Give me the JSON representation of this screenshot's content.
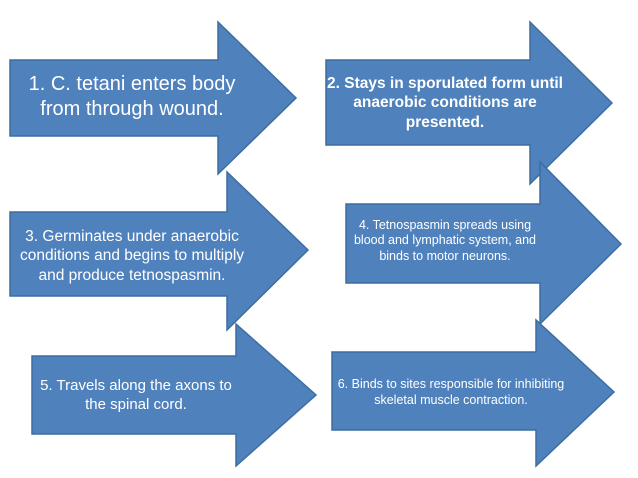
{
  "steps": [
    {
      "text": "1. C. tetani enters body from through wound."
    },
    {
      "text": "2. Stays in sporulated form until anaerobic conditions are presented."
    },
    {
      "text": "3. Germinates under anaerobic conditions and begins to multiply and produce tetnospasmin."
    },
    {
      "text": "4. Tetnospasmin spreads using blood and lymphatic system, and binds to motor neurons."
    },
    {
      "text": "5. Travels along the axons to the spinal cord."
    },
    {
      "text": "6. Binds to sites responsible for inhibiting skeletal muscle contraction."
    }
  ],
  "colors": {
    "arrow_fill": "#4f81bd",
    "arrow_border": "#3d6ea0",
    "text": "#ffffff"
  }
}
